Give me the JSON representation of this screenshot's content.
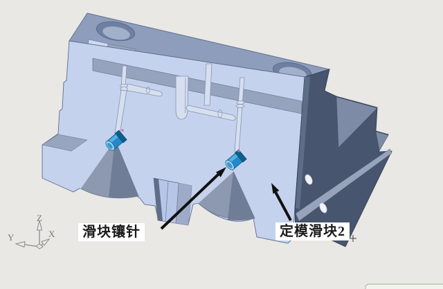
{
  "annotations": {
    "labels": [
      {
        "text": "滑块镶针"
      },
      {
        "text": "定模滑块2"
      }
    ]
  },
  "axis_triad": {
    "x": "X",
    "y": "Y",
    "z": "Z"
  },
  "colors": {
    "bg": "#e9e8e5",
    "top-face": "#8e9dbb",
    "top-chamfer": "#ccd8f0",
    "hole-outer": "#6e7f9f",
    "hole-inner": "#a2b0cb",
    "front-face": "#c5d2ee",
    "step-light": "#cfdaf2",
    "shelf-gray": "#98a5bf",
    "pocket": "#95a3bd",
    "runner": "#d6dfef",
    "runner-stroke": "#8494af",
    "runner-shade": "#aab6ce",
    "cone": "#8d99b1",
    "cone-dark": "#6f7d97",
    "cone-edge": "#c9d3e6",
    "pin-blue": "#2189cc",
    "pin-hi": "#58ade0",
    "pin-dark": "#0e5f8a",
    "pin-cap": "#9bd0ee",
    "pin-cap-core": "#3d97cc",
    "magenta": "#cf6ab2",
    "tab-main": "#b7c6e6",
    "tab-right": "#9dabc8",
    "tab-edge": "#5f6d88",
    "dark-face": "#47556e",
    "dark-edge": "#5d6c87",
    "step-top": "#7d8ba6",
    "foot-band": "#96a3bb",
    "hole-white": "#f2f4f7",
    "outline": "#5d6d8d",
    "axis": "#8a8a8a",
    "axis-text": "#7a7a7a",
    "arrow": "#111111",
    "label-bg": "#ffffff",
    "label-text": "#1a1a1a",
    "fragment-bg": "#f2f3ee",
    "fragment-border": "#aec39e"
  }
}
